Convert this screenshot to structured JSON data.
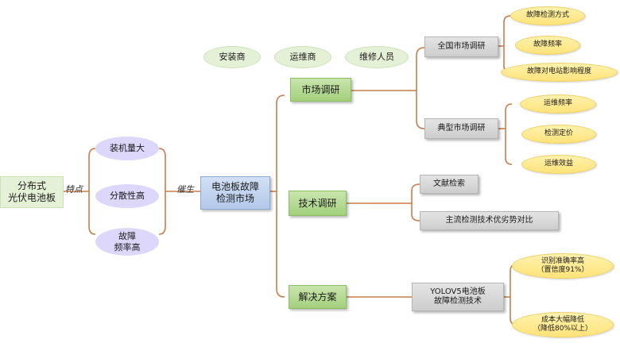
{
  "root": "分布式\n光伏电池板",
  "edge_labels": {
    "features": "特点",
    "produces": "催生"
  },
  "features": [
    "装机量大",
    "分散性高",
    "故障\n频率高"
  ],
  "center": "电池板故障\n检测市场",
  "stakeholders": [
    "安装商",
    "运维商",
    "维修人员"
  ],
  "branches": {
    "market": "市场调研",
    "tech": "技术调研",
    "solution": "解决方案"
  },
  "market": {
    "national": "全国市场调研",
    "national_items": [
      "故障检测方式",
      "故障频率",
      "故障对电站影响程度"
    ],
    "typical": "典型市场调研",
    "typical_items": [
      "运维频率",
      "检测定价",
      "运维效益"
    ]
  },
  "tech": {
    "items": [
      "文献检索",
      "主流检测技术优劣势对比"
    ]
  },
  "solution": {
    "method": "YOLOV5电池板\n故障检测技术",
    "benefits": [
      "识别准确率高\n（置信度91%）",
      "成本大幅降低\n（降低80%以上）"
    ]
  },
  "colors": {
    "line": "#c97e4a",
    "green_box": "#a3d07c",
    "blue_box": "#b3c8ea",
    "gray_box": "#cdcdcd",
    "purple_ellipse": "#dcd7fb",
    "yellow_ellipse": "#ffe37a",
    "light_green": "#e5f1d7"
  }
}
